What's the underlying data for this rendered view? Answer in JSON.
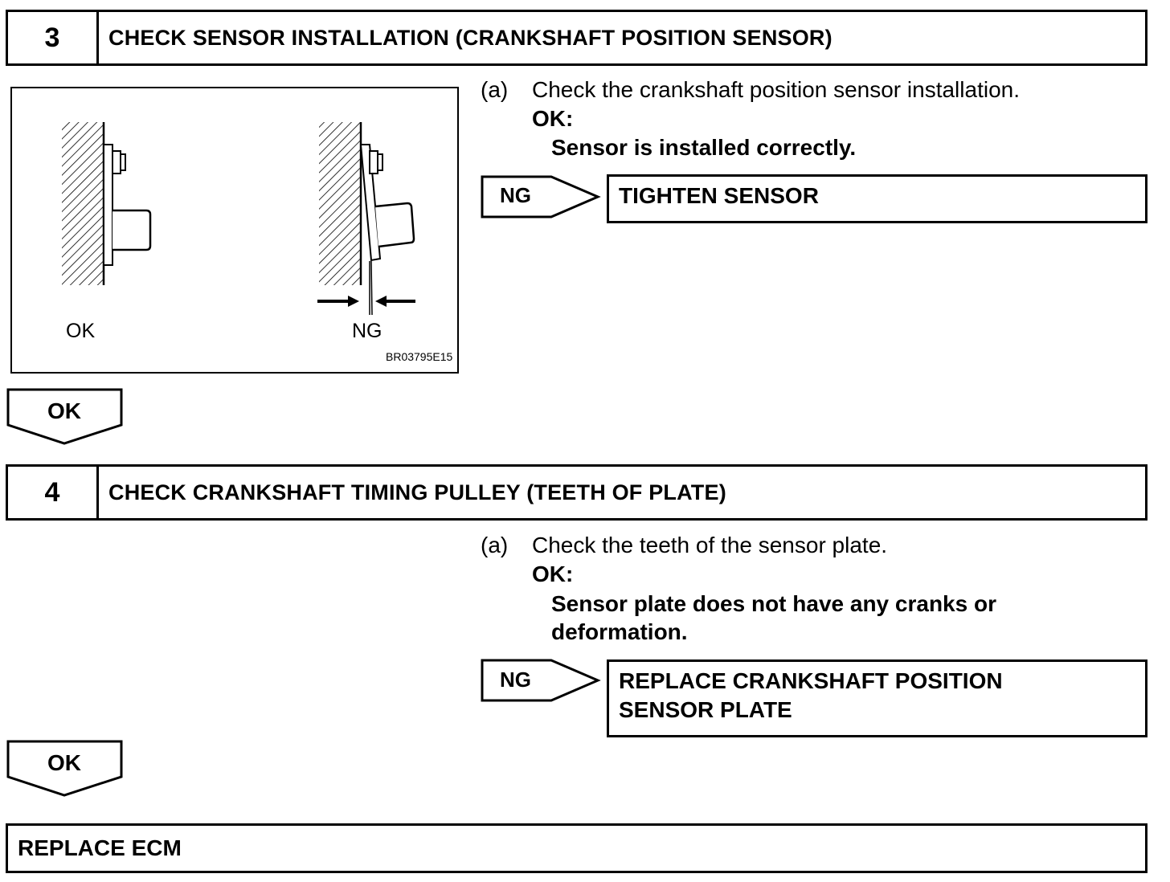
{
  "step3": {
    "number": "3",
    "title": "CHECK SENSOR INSTALLATION (CRANKSHAFT POSITION SENSOR)",
    "instruction_marker": "(a)",
    "instruction": "Check the crankshaft position sensor installation.",
    "ok_label": "OK:",
    "ok_text": "Sensor is installed correctly.",
    "ng_label": "NG",
    "ng_action": "TIGHTEN SENSOR",
    "figure": {
      "label_ok": "OK",
      "label_ng": "NG",
      "code": "BR03795E15"
    },
    "ok_arrow": "OK"
  },
  "step4": {
    "number": "4",
    "title": "CHECK CRANKSHAFT TIMING PULLEY (TEETH OF PLATE)",
    "instruction_marker": "(a)",
    "instruction": "Check the teeth of the sensor plate.",
    "ok_label": "OK:",
    "ok_text_line1": "Sensor plate does not have any cranks or",
    "ok_text_line2": "deformation.",
    "ng_label": "NG",
    "ng_action_line1": "REPLACE CRANKSHAFT POSITION",
    "ng_action_line2": "SENSOR PLATE",
    "ok_arrow": "OK"
  },
  "final": {
    "action": "REPLACE ECM"
  }
}
